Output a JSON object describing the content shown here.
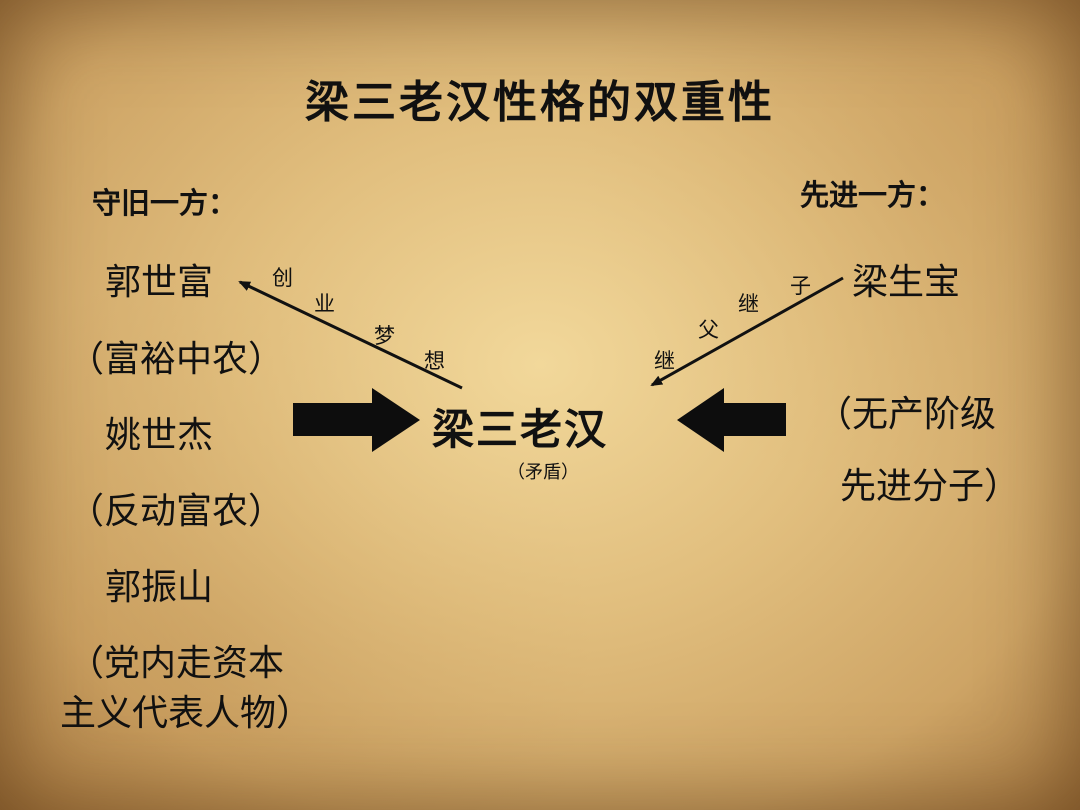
{
  "title": "梁三老汉性格的双重性",
  "left": {
    "heading": "守旧一方：",
    "lines": [
      "郭世富",
      "（富裕中农）",
      "姚世杰",
      "（反动富农）",
      "郭振山",
      "（党内走资本",
      "主义代表人物）"
    ]
  },
  "right": {
    "heading": "先进一方：",
    "lines": [
      "梁生宝",
      "（无产阶级",
      "先进分子）"
    ]
  },
  "center": {
    "label": "梁三老汉",
    "note": "（矛盾）"
  },
  "left_arrow_words": [
    "创",
    "业",
    "梦",
    "想"
  ],
  "right_arrow_words": [
    "子",
    "继",
    "父",
    "继"
  ]
}
